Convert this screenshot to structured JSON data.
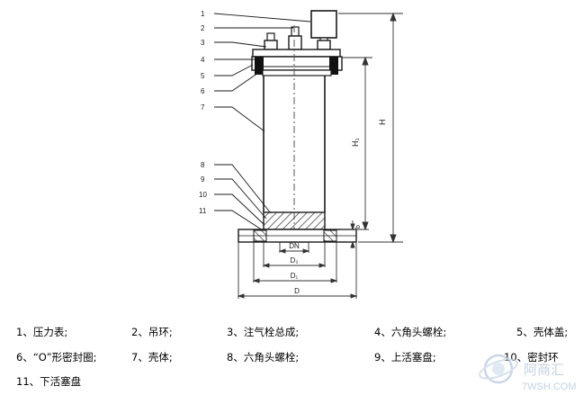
{
  "colors": {
    "ink": "#1a1a1a",
    "dim_line": "#333333",
    "hatch": "#222222",
    "flange": "#111111",
    "watermark": "#b9c9dd"
  },
  "drawing": {
    "callout_numbers": [
      "1",
      "2",
      "3",
      "4",
      "5",
      "6",
      "7",
      "8",
      "9",
      "10",
      "11"
    ],
    "dimensions": {
      "dn": "DN",
      "d2": "D₂",
      "d1": "D₁",
      "d": "D",
      "h": "H",
      "h1": "H₁",
      "b": "b"
    }
  },
  "legend": {
    "rows": [
      [
        {
          "num": "1、",
          "text": "压力表;"
        },
        {
          "num": "2、",
          "text": "吊环;"
        },
        {
          "num": "3、",
          "text": "注气栓总成;"
        },
        {
          "num": "4、",
          "text": "六角头螺栓;"
        },
        {
          "num": "5、",
          "text": "壳体盖;"
        }
      ],
      [
        {
          "num": "6、",
          "text": "“O”形密封圈;"
        },
        {
          "num": "7、",
          "text": "壳体;"
        },
        {
          "num": "8、",
          "text": "六角头螺栓;"
        },
        {
          "num": "9、",
          "text": "上活塞盘;"
        },
        {
          "num": "10、",
          "text": "密封环"
        }
      ],
      [
        {
          "num": "11、",
          "text": "下活塞盘"
        }
      ]
    ]
  },
  "watermark": {
    "brand": "阿商汇",
    "url": "7WSH.COM",
    "icon": "globe-logo-icon"
  }
}
